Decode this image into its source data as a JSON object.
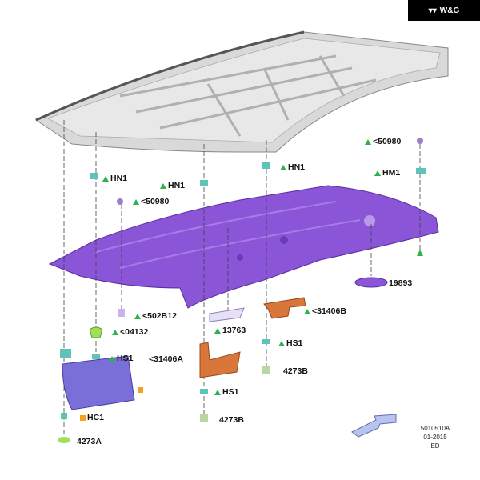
{
  "badge": {
    "text": "W&G",
    "logo_icon": "wg-logo-icon"
  },
  "colors": {
    "headliner": "#8a55d6",
    "roof": "#d9d9d9",
    "handle": "#d9773a",
    "clip": "#5fc4b8",
    "bulb": "#9ee05a",
    "triangle": "#2fb24a",
    "square": "#f5a11a",
    "visor": "#7a6fd8"
  },
  "labels": {
    "hn1_left": "HN1",
    "hn1_center": "HN1",
    "hn1_right": "HN1",
    "p50980_left": "<50980",
    "p50980_right": "<50980",
    "hm1": "HM1",
    "p19893": "19893",
    "p502b12": "<502B12",
    "p31406b": "<31406B",
    "p04132": "<04132",
    "p13763": "13763",
    "hs1_left": "HS1",
    "hs1_right": "HS1",
    "hs1_center": "HS1",
    "p31406a": "<31406A",
    "p4273b_right": "4273B",
    "p4273b_center": "4273B",
    "hc1": "HC1",
    "p4273a": "4273A"
  },
  "meta": {
    "drawing_number": "5010510A",
    "date": "01-2015",
    "code": "ED"
  }
}
